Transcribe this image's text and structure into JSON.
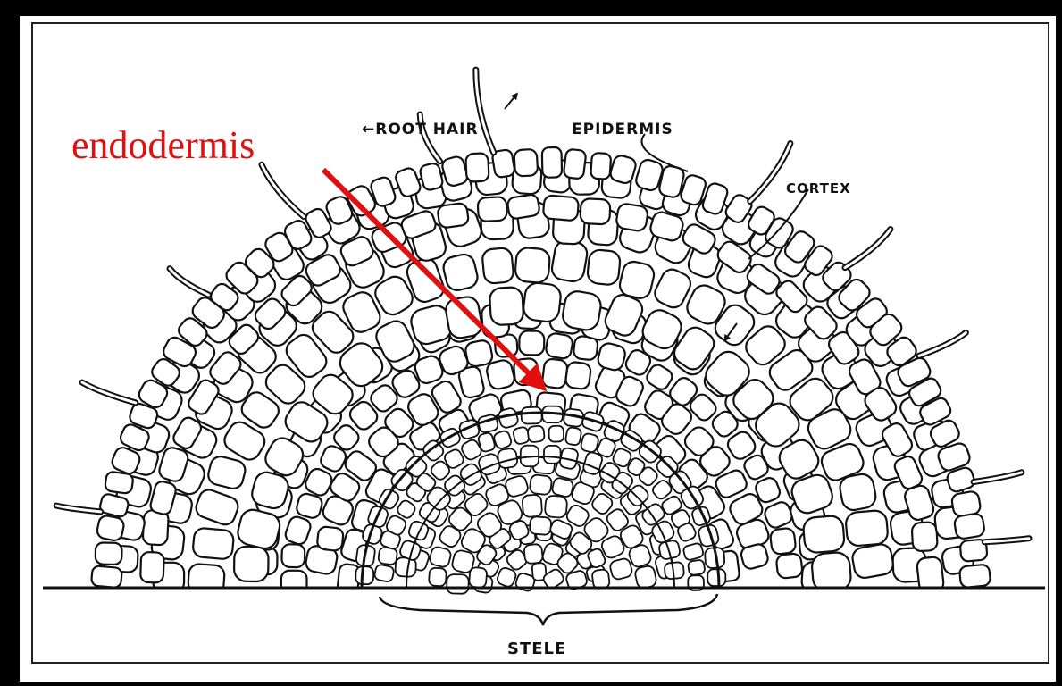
{
  "labels": {
    "root_hair": "←ROOT HAIR",
    "epidermis": "EPIDERMIS",
    "cortex": "CORTEX",
    "stele": "STELE"
  },
  "overlay": {
    "text": "endodermis",
    "color": "#e01010"
  },
  "colors": {
    "frame": "#000000",
    "paper": "#ffffff",
    "ink": "#111111",
    "arrow": "#e01010"
  }
}
